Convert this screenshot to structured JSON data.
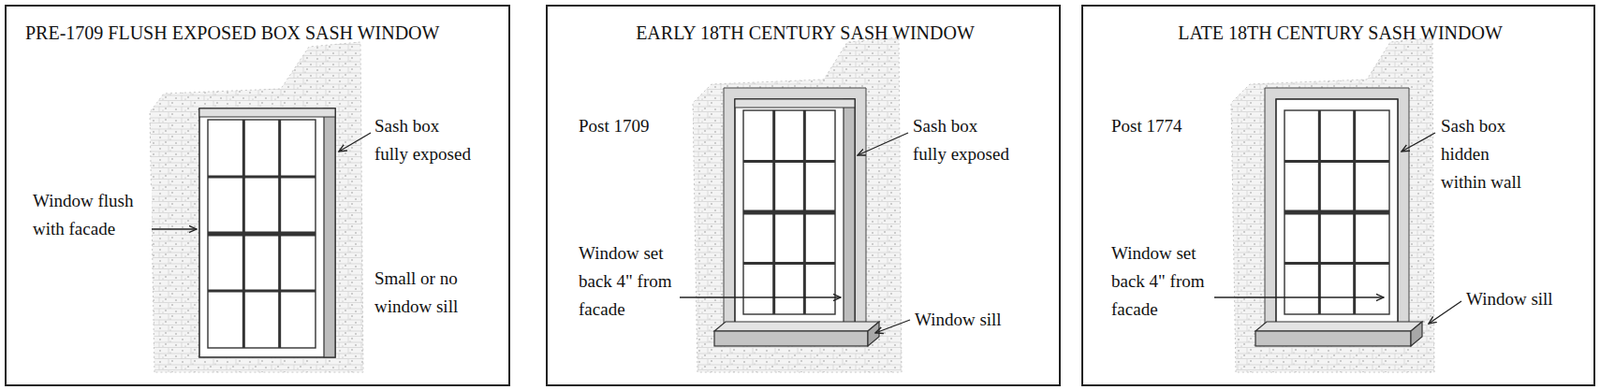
{
  "diagram": {
    "nodes": [
      {
        "text": [
          "PRE-1709 FLUSH EXPOSED BOX SASH WINDOW"
        ]
      },
      {
        "text": [
          "EARLY 18TH CENTURY SASH WINDOW"
        ]
      },
      {
        "text": [
          "LATE 18TH CENTURY SASH WINDOW"
        ]
      }
    ],
    "labels": [
      "Sash box fully exposed",
      "Window flush with facade",
      "Small or no window sill",
      "Post 1709",
      "Sash box fully exposed",
      "Window set back 4\" from facade",
      "Window sill",
      "Post 1774",
      "Sash box hidden within wall",
      "Window set back 4\" from facade",
      "Window sill"
    ]
  }
}
